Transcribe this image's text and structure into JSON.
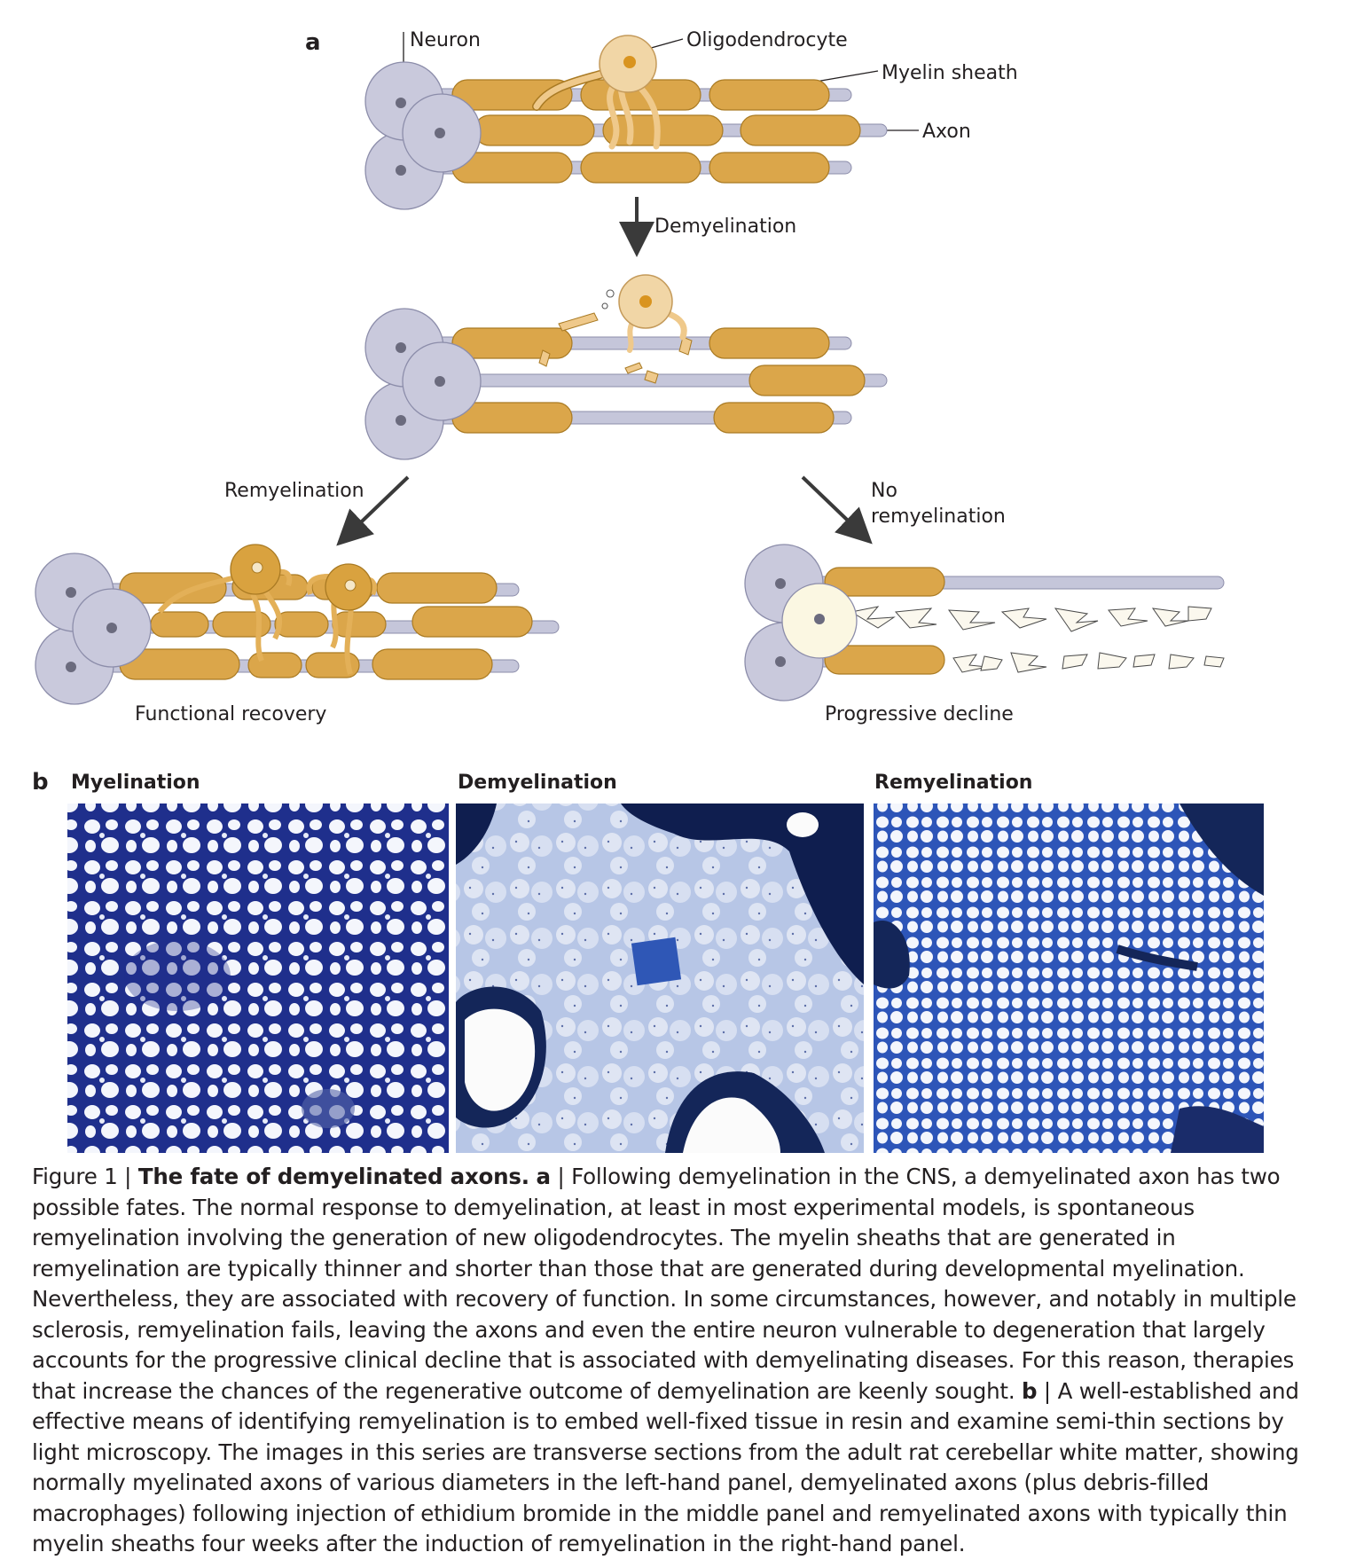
{
  "panel_a": {
    "letter": "a",
    "labels": {
      "neuron": "Neuron",
      "oligodendrocyte": "Oligodendrocyte",
      "myelin_sheath": "Myelin sheath",
      "axon": "Axon"
    },
    "demyelination": "Demyelination",
    "remyelination": "Remyelination",
    "no_remyelination_1": "No",
    "no_remyelination_2": "remyelination",
    "functional_recovery": "Functional recovery",
    "progressive_decline": "Progressive decline"
  },
  "panel_b": {
    "letter": "b",
    "titles": [
      "Myelination",
      "Demyelination",
      "Remyelination"
    ]
  },
  "caption": {
    "figure_label": "Figure 1 | ",
    "title": "The fate of demyelinated axons.",
    "a_label": "a",
    "a_text": " | Following demyelination in the CNS, a demyelinated axon has two possible fates. The normal response to demyelination, at least in most experimental models, is spontaneous remyelination involving the generation of new oligodendrocytes. The myelin sheaths that are generated in remyelination are typically thinner and shorter than those that are generated during developmental myelination. Nevertheless, they are associated with recovery of function. In some circumstances, however, and notably in multiple sclerosis, remyelination fails, leaving the axons and even the entire neuron vulnerable to degeneration that largely accounts for the progressive clinical decline that is associated with demyelinating diseases. For this reason, therapies that increase the chances of the regenerative outcome of demyelination are keenly sought. ",
    "b_label": "b",
    "b_text": " | A well-established and effective means of identifying remyelination is to embed well-fixed tissue in resin and examine semi-thin sections by light microscopy. The images in this series are transverse sections from the adult rat cerebellar white matter, showing normally myelinated axons of various diameters in the left-hand panel, demyelinated axons (plus debris-filled macrophages) following injection of ethidium bromide in the middle panel and remyelinated axons with typically thin myelin sheaths four weeks after the induction of remyelination in the right-hand panel."
  },
  "colors": {
    "neuron": "#c9c9dc",
    "axon": "#c5c6da",
    "myelin": "#dba64a",
    "oligodendrocyte_normal": "#f1d6a6",
    "oligodendrocyte_new": "#d9a23f",
    "stain_dark": "#1c2f8a",
    "stain_light": "#dfe6f4"
  }
}
